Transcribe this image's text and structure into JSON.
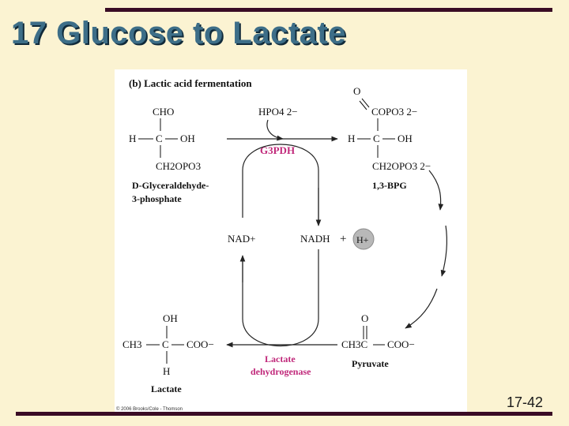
{
  "slide": {
    "title": "17 Glucose to Lactate",
    "page_number": "17-42"
  },
  "diagram": {
    "panel_title": "(b) Lactic acid fermentation",
    "g3p": {
      "top": "CHO",
      "mid_h": "H",
      "mid_c": "C",
      "mid_oh": "OH",
      "bottom": "CH2OPO3",
      "name_line1": "D-Glyceraldehyde-",
      "name_line2": "3-phosphate"
    },
    "phosphate_in": "HPO4 2−",
    "enzyme_g3pdh": "G3PDH",
    "bpg": {
      "top_o": "O",
      "top_group": "COPO3 2−",
      "mid_h": "H",
      "mid_c": "C",
      "mid_oh": "OH",
      "bottom": "CH2OPO3 2−",
      "name": "1,3-BPG"
    },
    "cofactors": {
      "nad": "NAD+",
      "nadh": "NADH",
      "plus": "+",
      "h": "H+"
    },
    "lactate": {
      "top": "OH",
      "ch3": "CH3",
      "c": "C",
      "coo": "COO−",
      "bottom": "H",
      "name": "Lactate"
    },
    "pyruvate": {
      "top": "O",
      "formula": "CH3C",
      "coo": "COO−",
      "name": "Pyruvate"
    },
    "enzyme_ldh_line1": "Lactate",
    "enzyme_ldh_line2": "dehydrogenase",
    "copyright": "© 2006 Brooks/Cole - Thomson"
  },
  "colors": {
    "background": "#fbf3d2",
    "bars": "#3a0c25",
    "title": "#3d6e88",
    "enzyme": "#c0287a"
  }
}
